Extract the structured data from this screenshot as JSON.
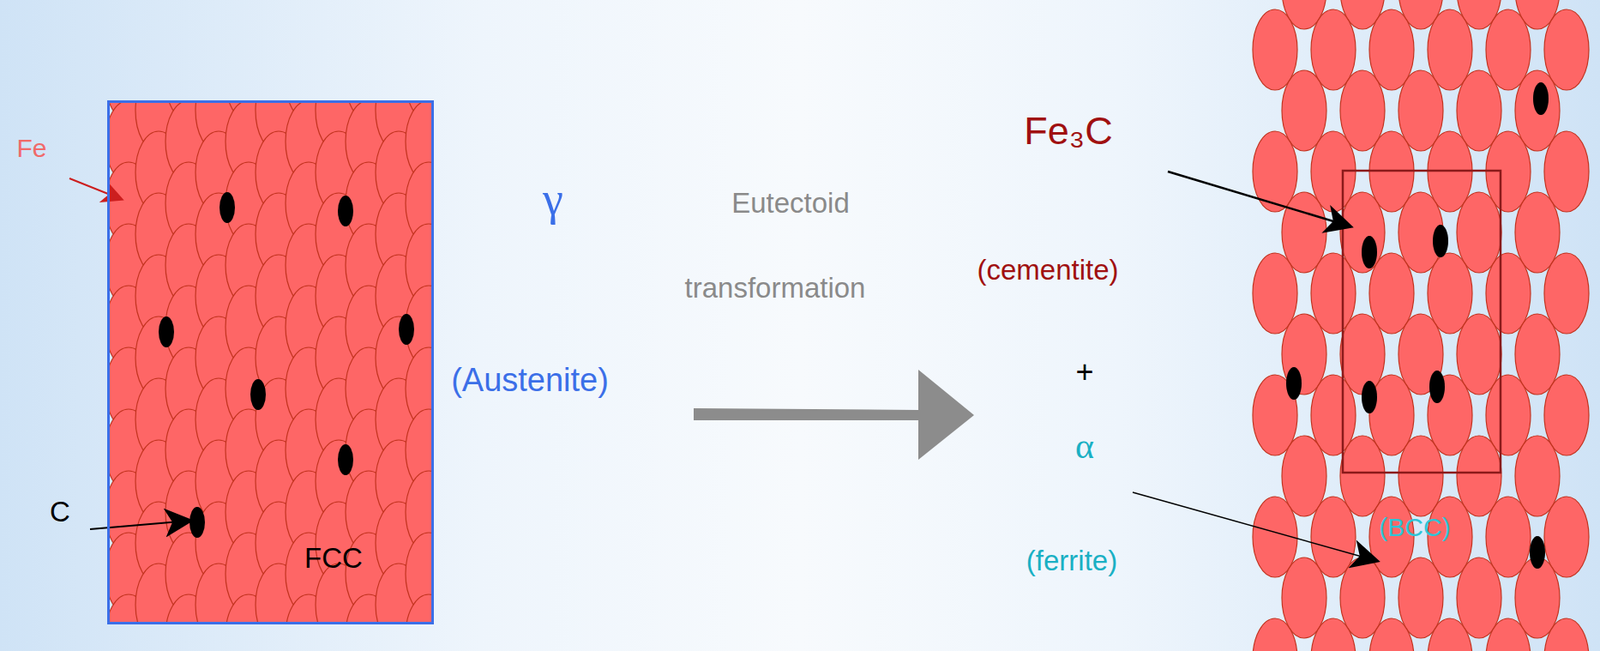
{
  "diagram": {
    "nodes": [
      {
        "text": [
          "FCC"
        ]
      }
    ],
    "labels": [
      "Fe",
      "C",
      "γ",
      "(Austenite)",
      "Eutectoid",
      "transformation",
      "Fe₃C",
      "(cementite)",
      "+",
      "α",
      "(ferrite)",
      "(BCC)"
    ]
  }
}
